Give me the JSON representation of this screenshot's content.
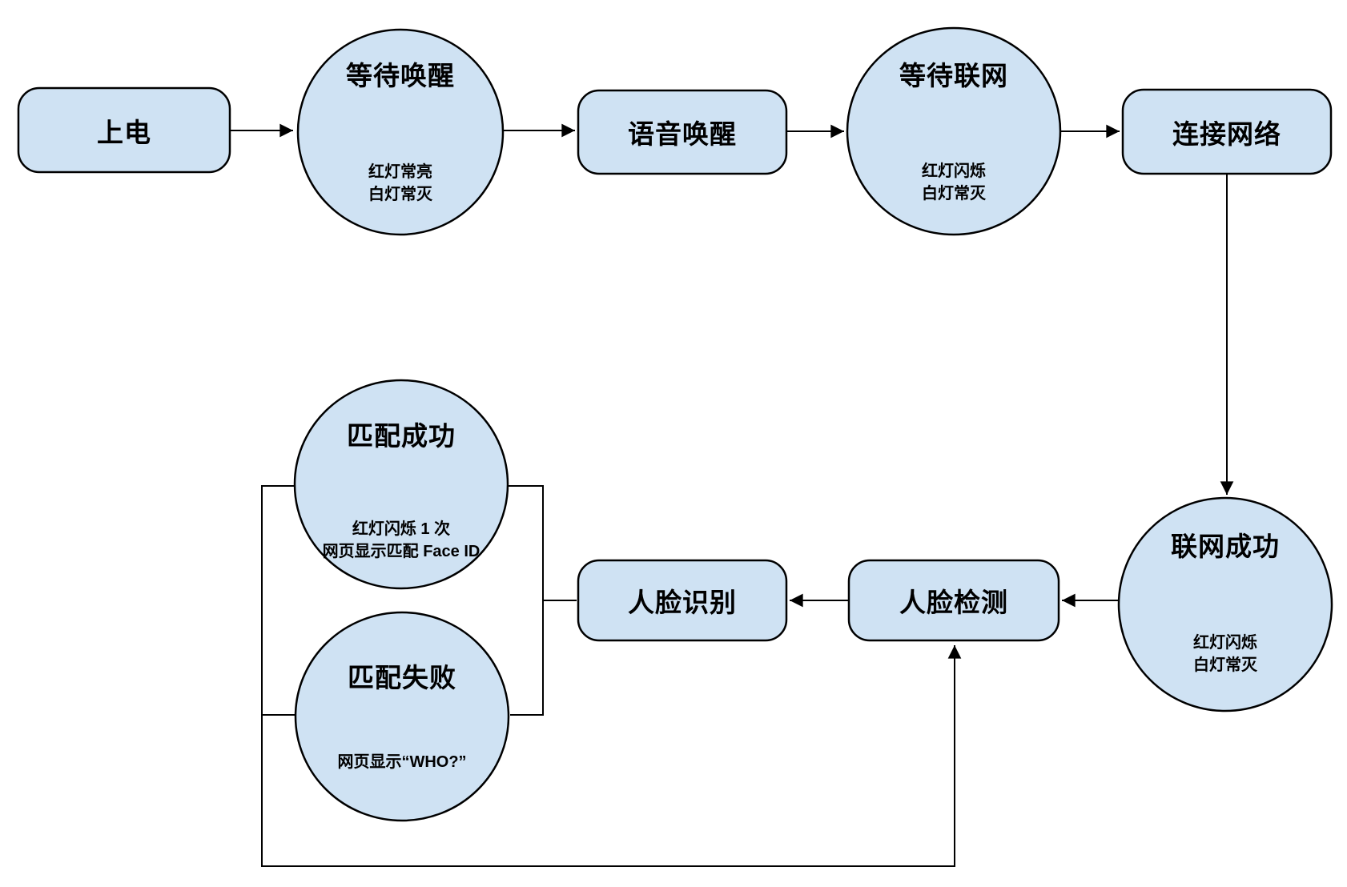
{
  "style": {
    "background": "#ffffff",
    "node_fill": "#cfe2f3",
    "node_stroke": "#000000",
    "connector_color": "#000000",
    "text_color": "#000000"
  },
  "nodes": {
    "power_on": {
      "label": "上电"
    },
    "wait_wake": {
      "label": "等待唤醒",
      "sub": [
        "红灯常亮",
        "白灯常灭"
      ]
    },
    "voice_wake": {
      "label": "语音唤醒"
    },
    "wait_network": {
      "label": "等待联网",
      "sub": [
        "红灯闪烁",
        "白灯常灭"
      ]
    },
    "connect_network": {
      "label": "连接网络"
    },
    "network_success": {
      "label": "联网成功",
      "sub": [
        "红灯闪烁",
        "白灯常灭"
      ]
    },
    "face_detect": {
      "label": "人脸检测"
    },
    "face_recognize": {
      "label": "人脸识别"
    },
    "match_success": {
      "label": "匹配成功",
      "sub": [
        "红灯闪烁 1 次",
        "网页显示匹配 Face ID"
      ]
    },
    "match_fail": {
      "label": "匹配失败",
      "sub": [
        "网页显示“WHO?”"
      ]
    }
  }
}
